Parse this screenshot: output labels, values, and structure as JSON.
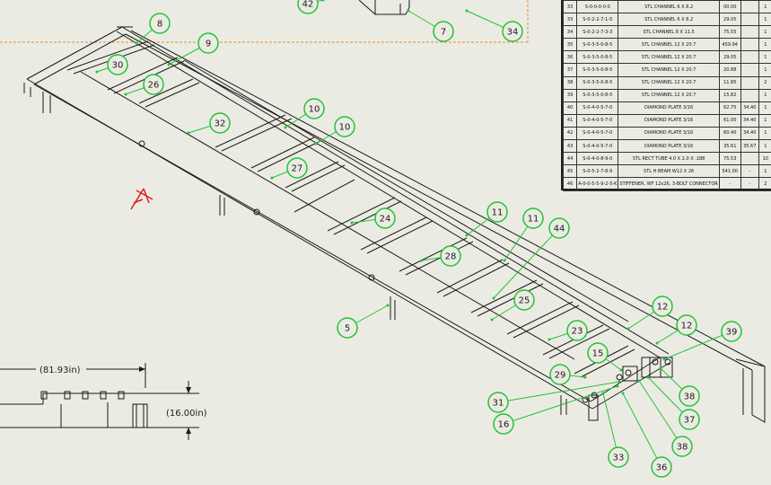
{
  "balloons": [
    {
      "label": "42"
    },
    {
      "label": "34"
    },
    {
      "label": "7"
    },
    {
      "label": "8"
    },
    {
      "label": "9"
    },
    {
      "label": "30"
    },
    {
      "label": "26"
    },
    {
      "label": "32"
    },
    {
      "label": "10"
    },
    {
      "label": "10"
    },
    {
      "label": "27"
    },
    {
      "label": "24"
    },
    {
      "label": "11"
    },
    {
      "label": "11"
    },
    {
      "label": "44"
    },
    {
      "label": "28"
    },
    {
      "label": "25"
    },
    {
      "label": "5"
    },
    {
      "label": "23"
    },
    {
      "label": "12"
    },
    {
      "label": "12"
    },
    {
      "label": "39"
    },
    {
      "label": "15"
    },
    {
      "label": "29"
    },
    {
      "label": "31"
    },
    {
      "label": "16"
    },
    {
      "label": "38"
    },
    {
      "label": "37"
    },
    {
      "label": "38"
    },
    {
      "label": "33"
    },
    {
      "label": "36"
    }
  ],
  "dimensions": {
    "length": "81.93in",
    "height": "16.00in"
  },
  "bom": {
    "rows": [
      {
        "item": "33",
        "part": "S-0-0-0-0-0",
        "desc": "STL CHANNEL 6 X 8.2",
        "qty": "00.00",
        "a": "",
        "b": "1"
      },
      {
        "item": "33",
        "part": "S-0-2-2-7-1-5",
        "desc": "STL CHANNEL 6 X 8.2",
        "qty": "29.05",
        "a": "",
        "b": "1"
      },
      {
        "item": "34",
        "part": "S-0-2-2-7-3-3",
        "desc": "STL CHANNEL 8 X 11.5",
        "qty": "75.55",
        "a": "",
        "b": "1"
      },
      {
        "item": "35",
        "part": "S-0-3-5-0-8-5",
        "desc": "STL CHANNEL 12 X 20.7",
        "qty": "459.94",
        "a": "",
        "b": "1"
      },
      {
        "item": "36",
        "part": "S-0-3-5-0-8-5",
        "desc": "STL CHANNEL 12 X 20.7",
        "qty": "29.05",
        "a": "",
        "b": "1"
      },
      {
        "item": "37",
        "part": "S-0-3-5-0-8-5",
        "desc": "STL CHANNEL 12 X 20.7",
        "qty": "20.88",
        "a": "",
        "b": "1"
      },
      {
        "item": "38",
        "part": "S-0-3-5-0-8-5",
        "desc": "STL CHANNEL 12 X 20.7",
        "qty": "11.85",
        "a": "",
        "b": "2"
      },
      {
        "item": "39",
        "part": "S-0-3-5-0-8-5",
        "desc": "STL CHANNEL 12 X 20.7",
        "qty": "15.82",
        "a": "",
        "b": "1"
      },
      {
        "item": "40",
        "part": "S-0-4-0-5-7-0",
        "desc": "DIAMOND PLATE 3/16",
        "qty": "62.75",
        "a": "34.40",
        "b": "1"
      },
      {
        "item": "41",
        "part": "S-0-4-0-5-7-0",
        "desc": "DIAMOND PLATE 3/16",
        "qty": "61.00",
        "a": "34.40",
        "b": "1"
      },
      {
        "item": "42",
        "part": "S-0-4-0-5-7-0",
        "desc": "DIAMOND PLATE 3/16",
        "qty": "60.40",
        "a": "34.40",
        "b": "1"
      },
      {
        "item": "43",
        "part": "S-0-4-0-5-7-0",
        "desc": "DIAMOND PLATE 3/16",
        "qty": "35.61",
        "a": "35.67",
        "b": "1"
      },
      {
        "item": "44",
        "part": "S-0-4-0-8-9-0",
        "desc": "STL RECT TUBE 4.0 X 2.0 X .188",
        "qty": "75.53",
        "a": "",
        "b": "10"
      },
      {
        "item": "45",
        "part": "S-0-5-2-7-8-9",
        "desc": "STL H BEAM W12 X 26",
        "qty": "541.00",
        "a": "-",
        "b": "1"
      },
      {
        "item": "46",
        "part": "A-0-0-5-5-9-2-5-K",
        "desc": "STIFFENER, WF 12x26, 3-BOLT CONNECTOR",
        "qty": "-",
        "a": "-",
        "b": "2"
      }
    ]
  },
  "colors": {
    "balloon": "#22c33a",
    "line": "#1a1a1a",
    "accent_red": "#e01c1c",
    "frame_orange": "#e8883a"
  },
  "icons": [
    "view-orientation-triad-icon"
  ]
}
